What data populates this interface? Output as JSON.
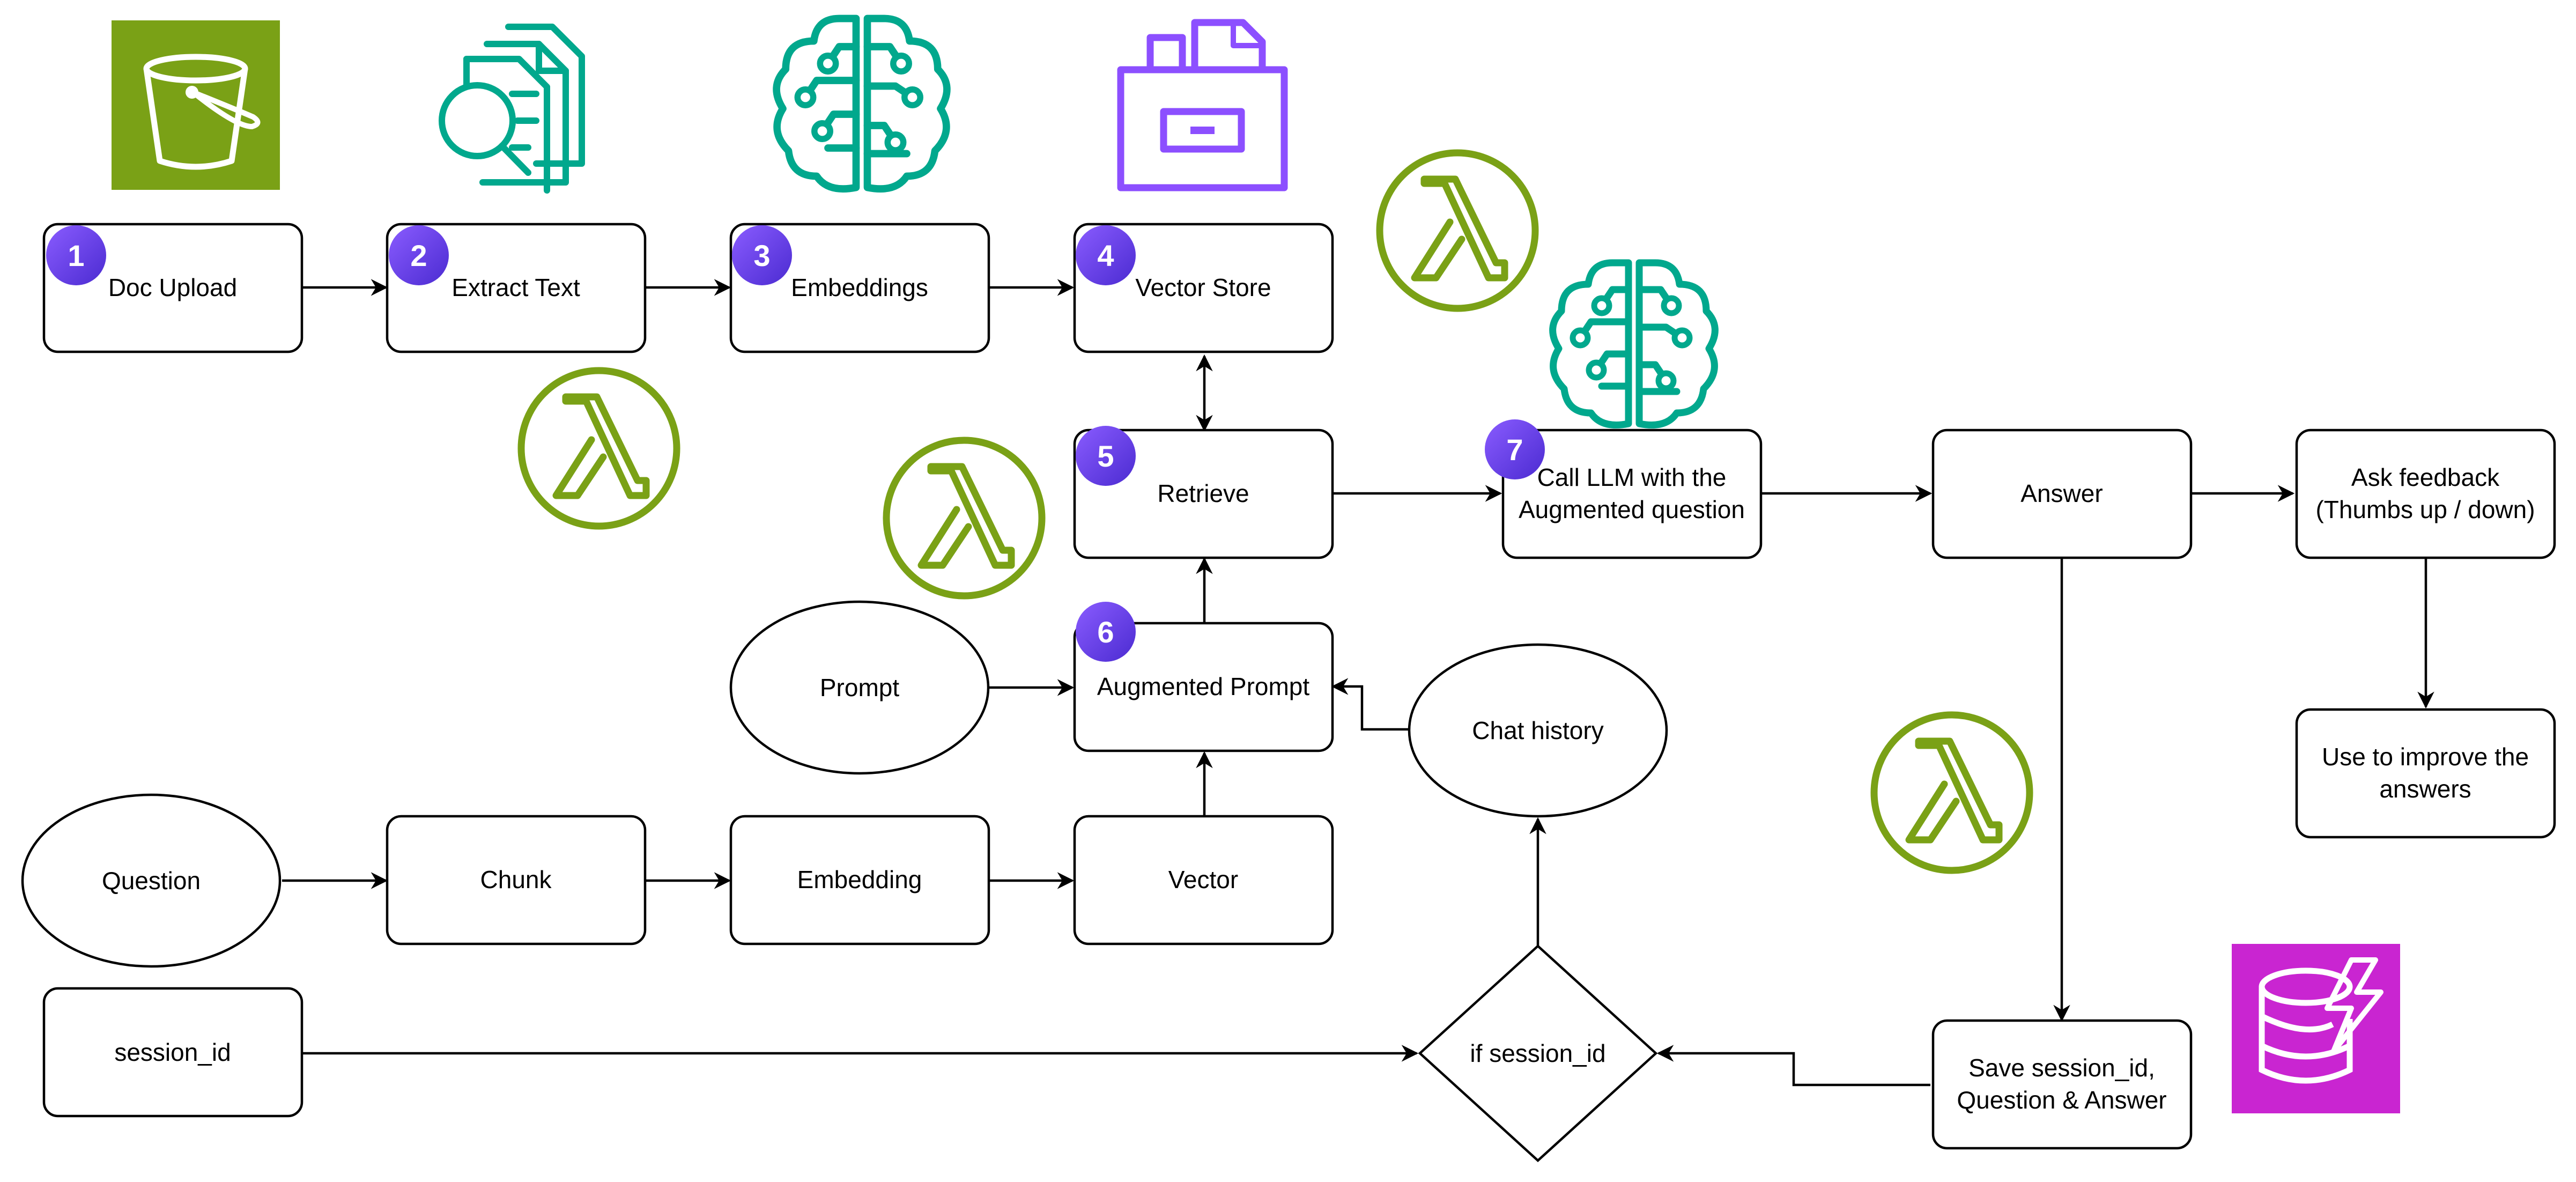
{
  "nodes": {
    "doc_upload": "Doc Upload",
    "extract_text": "Extract Text",
    "embeddings": "Embeddings",
    "vector_store": "Vector Store",
    "retrieve": "Retrieve",
    "call_llm_line1": "Call LLM with the",
    "call_llm_line2": "Augmented question",
    "answer": "Answer",
    "ask_feedback_line1": "Ask feedback",
    "ask_feedback_line2": "(Thumbs up / down)",
    "use_to_improve_line1": "Use to improve the",
    "use_to_improve_line2": "answers",
    "prompt": "Prompt",
    "augmented_prompt": "Augmented Prompt",
    "chat_history": "Chat history",
    "question": "Question",
    "chunk": "Chunk",
    "embedding": "Embedding",
    "vector": "Vector",
    "session_id": "session_id",
    "if_session_id": "if session_id",
    "save_line1": "Save session_id,",
    "save_line2": "Question & Answer"
  },
  "badges": [
    "1",
    "2",
    "3",
    "4",
    "5",
    "6",
    "7"
  ],
  "icons": [
    "s3-bucket-icon",
    "textract-icon",
    "sagemaker-brain-icon",
    "vector-database-icon",
    "lambda-icon",
    "dynamodb-icon"
  ],
  "colors": {
    "s3_green": "#7aa116",
    "lambda_green": "#7aa116",
    "textract_teal": "#01a88d",
    "brain_teal": "#01a88d",
    "vector_purple": "#8c4fff",
    "dynamodb_magenta": "#c925d1",
    "badge_purple": "#6a3de8"
  }
}
